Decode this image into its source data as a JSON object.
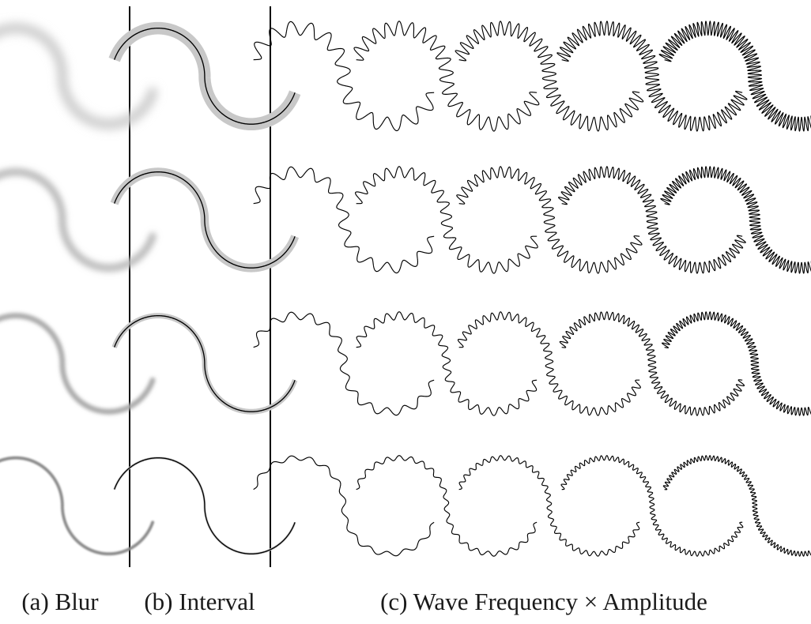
{
  "captions": {
    "blur": "(a) Blur",
    "interval": "(b) Interval",
    "wave": "(c) Wave Frequency × Amplitude"
  },
  "panels": {
    "blur": {
      "rows": 4,
      "blur_levels": [
        6,
        4,
        2.5,
        1.2
      ],
      "stroke_gray": "#9a9a9a"
    },
    "interval": {
      "rows": 4,
      "band_widths": [
        16,
        11,
        7,
        3
      ],
      "band_color": "#c8c8c8",
      "line_color": "#000000"
    },
    "wave": {
      "rows": 4,
      "cols": 5,
      "frequencies": [
        14,
        22,
        32,
        48,
        70
      ],
      "amplitudes": [
        9,
        7,
        5,
        3
      ]
    }
  },
  "colors": {
    "background": "#ffffff",
    "divider": "#000000",
    "curve": "#000000"
  }
}
